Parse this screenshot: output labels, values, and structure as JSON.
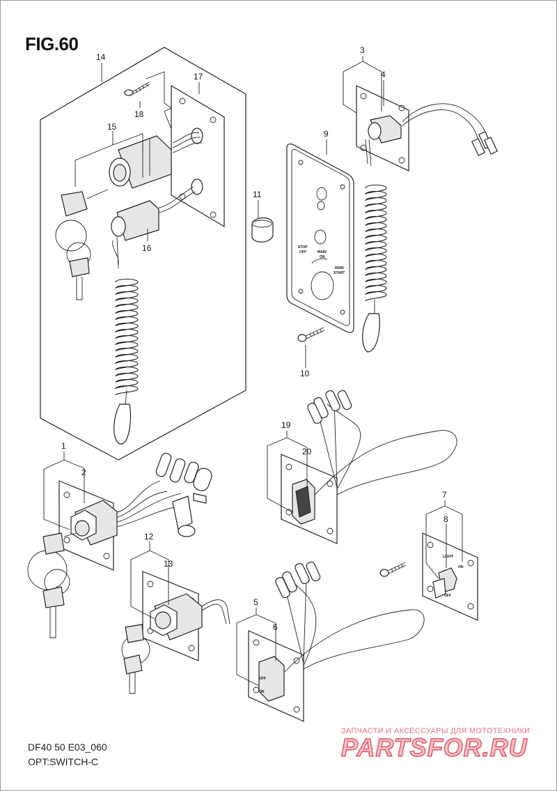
{
  "figure": {
    "title": "FIG.60",
    "model_code": "DF40 50 E03_060",
    "subtitle": "OPT:SWITCH-C"
  },
  "callouts": {
    "c1": "1",
    "c2": "2",
    "c3": "3",
    "c4": "4",
    "c5": "5",
    "c6": "6",
    "c7": "7",
    "c8": "8",
    "c9": "9",
    "c10": "10",
    "c11": "11",
    "c12": "12",
    "c13": "13",
    "c14": "14",
    "c15": "15",
    "c16": "16",
    "c17": "17",
    "c18": "18",
    "c19": "19",
    "c20": "20"
  },
  "panel_markings": {
    "stop": "STOP",
    "off": "OFF",
    "main": "MAIN",
    "on": "ON",
    "main2": "MAIN",
    "start": "START"
  },
  "switch_markings": {
    "light": "LIGHT",
    "on": "ON",
    "off": "OFF",
    "rocker_off": "OFF",
    "rocker_on": "ON"
  },
  "watermark": {
    "caption": "ЗАПЧАСТИ И АКСЕССУАРЫ ДЛЯ МОТОТЕХНИКИ",
    "logo": "PARTSFOR.RU"
  }
}
